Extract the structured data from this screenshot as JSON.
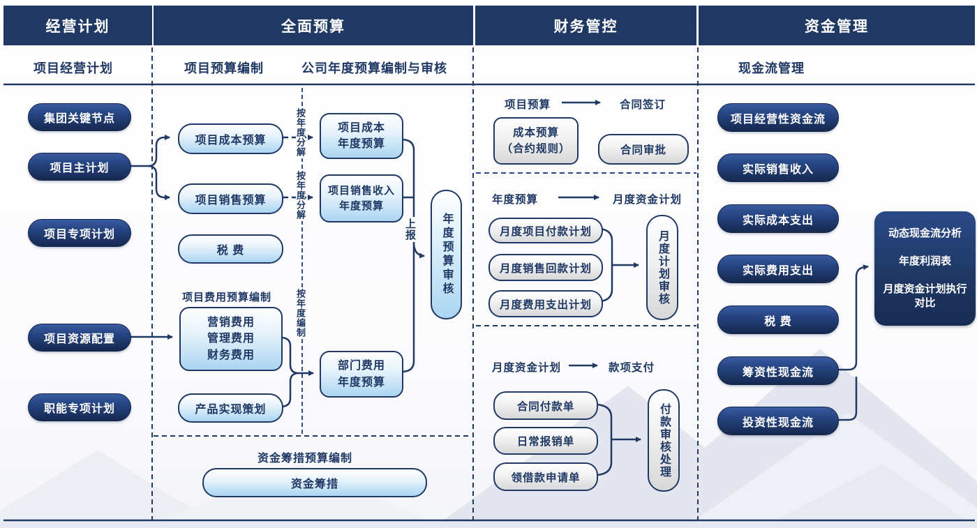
{
  "colors": {
    "navy": "#1f3864",
    "light_blue_fill": "#abd5f1",
    "grey_fill": "#d8d8da"
  },
  "headers": {
    "business_plan": "经营计划",
    "budget": "全面预算",
    "finance_control": "财务管控",
    "fund_mgmt": "资金管理"
  },
  "subtitles": {
    "project_business_plan": "项目经营计划",
    "project_budget_prep": "项目预算编制",
    "company_annual_budget": "公司年度预算编制与审核",
    "cashflow_mgmt": "现金流管理"
  },
  "business_plan": {
    "items": [
      "集团关键节点",
      "项目主计划",
      "项目专项计划",
      "项目资源配置",
      "职能专项计划"
    ]
  },
  "budget": {
    "project_cost_budget": "项目成本预算",
    "project_sales_budget": "项目销售预算",
    "tax": "税  费",
    "fee_budget_label": "项目费用预算编制",
    "fee_items": [
      "营销费用",
      "管理费用",
      "财务费用"
    ],
    "product_plan": "产品实现策划",
    "by_year_split_1": "按年度分解",
    "by_year_split_2": "按年度分解",
    "by_year_prep": "按年度编制",
    "annual_cost_line1": "项目成本",
    "annual_cost_line2": "年度预算",
    "annual_sales_line1": "项目销售收入",
    "annual_sales_line2": "年度预算",
    "dept_fee_line1": "部门费用",
    "dept_fee_line2": "年度预算",
    "report_label": "上报",
    "annual_review": "年度预算审核",
    "funding_label": "资金筹措预算编制",
    "funding_pill": "资金筹措"
  },
  "finance": {
    "sec1_from": "项目预算",
    "sec1_to": "合同签订",
    "cost_rule_line1": "成本预算",
    "cost_rule_line2": "（合约规则）",
    "contract_approval": "合同审批",
    "sec2_from": "年度预算",
    "sec2_to": "月度资金计划",
    "monthly_plans": [
      "月度项目付款计划",
      "月度销售回款计划",
      "月度费用支出计划"
    ],
    "monthly_review": "月度计划审核",
    "sec3_from": "月度资金计划",
    "sec3_to": "款项支付",
    "payment_docs": [
      "合同付款单",
      "日常报销单",
      "领借款申请单"
    ],
    "payment_review": "付款审核处理"
  },
  "fund": {
    "items": [
      "项目经营性资金流",
      "实际销售收入",
      "实际成本支出",
      "实际费用支出",
      "税  费",
      "筹资性现金流",
      "投资性现金流"
    ],
    "analysis_lines": [
      "动态现金流分析",
      "年度利润表",
      "月度资金计划执行对比"
    ]
  }
}
